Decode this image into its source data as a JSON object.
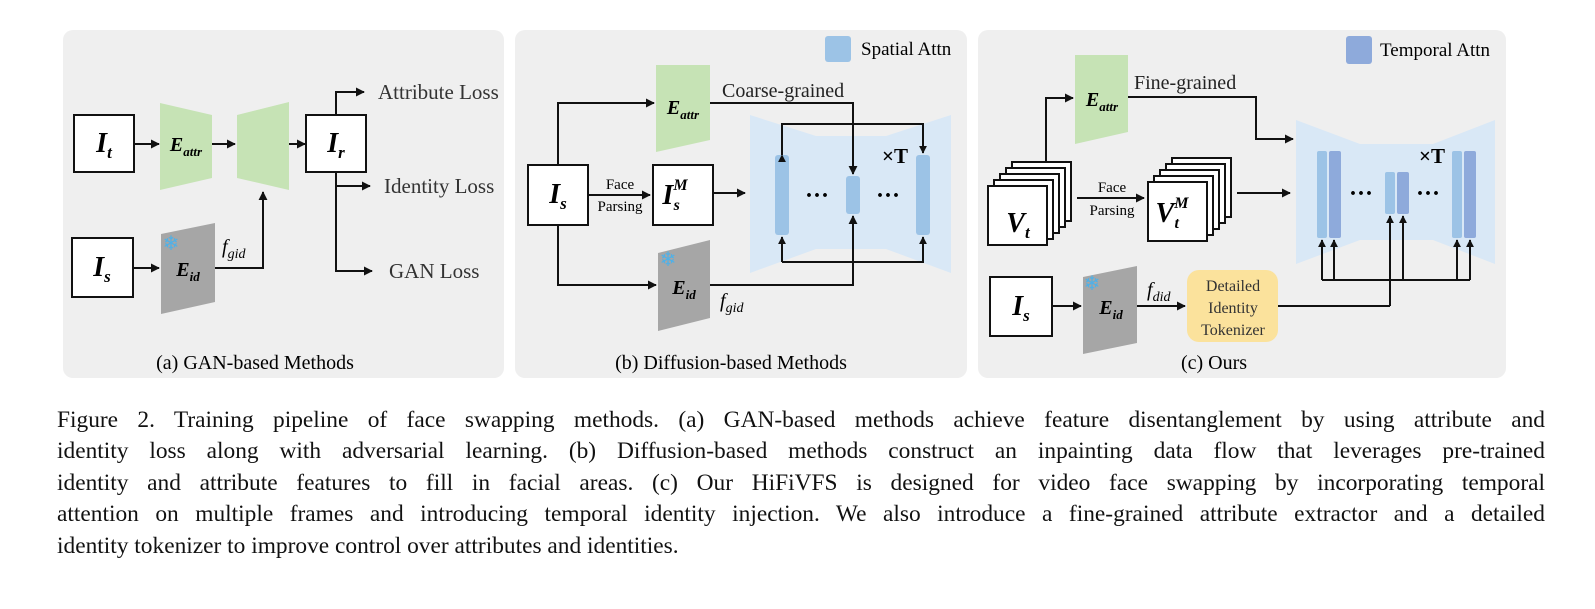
{
  "panels": {
    "gan": {
      "caption": "(a) GAN-based Methods",
      "target_img": {
        "main": "I",
        "sub": "t"
      },
      "source_img": {
        "main": "I",
        "sub": "s"
      },
      "result_img": {
        "main": "I",
        "sub": "r"
      },
      "attr_encoder": {
        "main": "E",
        "sub": "attr"
      },
      "id_encoder": {
        "main": "E",
        "sub": "id"
      },
      "feature": {
        "main": "f",
        "sub": "gid"
      },
      "losses": [
        "Attribute Loss",
        "Identity Loss",
        "GAN Loss"
      ]
    },
    "diffusion": {
      "caption": "(b) Diffusion-based Methods",
      "legend": "Spatial Attn",
      "source_img": {
        "main": "I",
        "sub": "s"
      },
      "masked_img": {
        "main": "I",
        "sub": "s",
        "sup": "M"
      },
      "face_parsing": [
        "Face",
        "Parsing"
      ],
      "attr_encoder": {
        "main": "E",
        "sub": "attr"
      },
      "id_encoder": {
        "main": "E",
        "sub": "id"
      },
      "feature": {
        "main": "f",
        "sub": "gid"
      },
      "attr_label": "Coarse-grained",
      "repeat": "×T",
      "ellipsis": "···"
    },
    "ours": {
      "caption": "(c) Ours",
      "legend": "Temporal Attn",
      "video_img": {
        "main": "V",
        "sub": "t"
      },
      "masked_video": {
        "main": "V",
        "sub": "t",
        "sup": "M"
      },
      "face_parsing": [
        "Face",
        "Parsing"
      ],
      "attr_encoder": {
        "main": "E",
        "sub": "attr"
      },
      "id_encoder": {
        "main": "E",
        "sub": "id"
      },
      "source_img": {
        "main": "I",
        "sub": "s"
      },
      "feature": {
        "main": "f",
        "sub": "did"
      },
      "attr_label": "Fine-grained",
      "tokenizer": [
        "Detailed",
        "Identity",
        "Tokenizer"
      ],
      "repeat": "×T",
      "ellipsis": "···"
    }
  },
  "caption_lines": [
    "Figure 2. Training pipeline of face swapping methods. (a) GAN-based methods achieve feature disentanglement by using attribute and",
    "identity loss along with adversarial learning. (b) Diffusion-based methods construct an inpainting data flow that leverages pre-trained",
    "identity and attribute features to fill in facial areas. (c) Our HiFiVFS is designed for video face swapping by incorporating temporal",
    "attention on multiple frames and introducing temporal identity injection. We also introduce a fine-grained attribute extractor and a detailed",
    "identity tokenizer to improve control over attributes and identities."
  ],
  "colors": {
    "panel_bg": "#efefef",
    "attr_encoder": "#c6e3b5",
    "id_encoder": "#a6a6a6",
    "unet_bg": "#d9e8f6",
    "attn_block": "#9cc3e6",
    "temporal_block": "#8eaadb",
    "tokenizer": "#fbe29c"
  }
}
